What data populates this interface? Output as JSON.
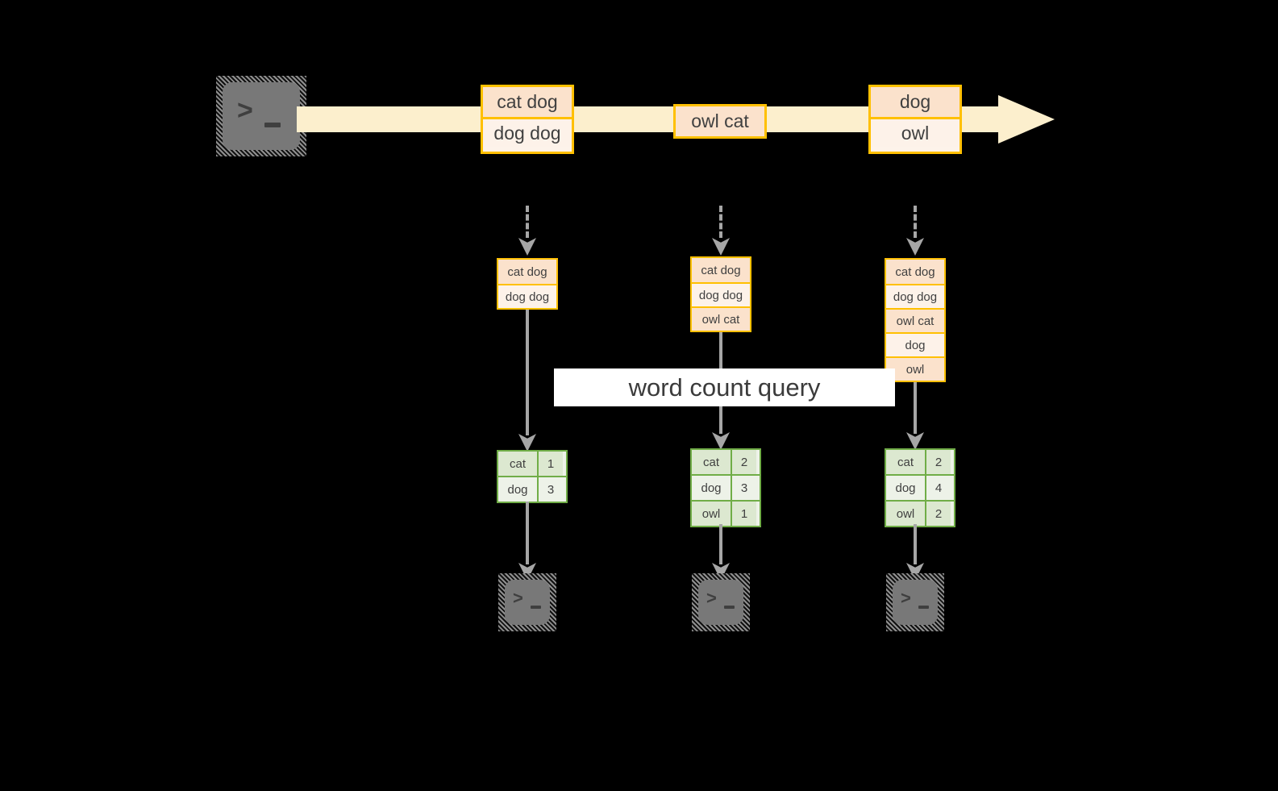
{
  "diagram": {
    "title_label": "word count query",
    "colors": {
      "stream_arrow": "#FCEFCD",
      "record_border": "#FFC000",
      "record_fill_dark": "#FBE2CC",
      "record_fill_light": "#FDF2E9",
      "table_border": "#70AD47",
      "table_fill_dark": "#DCE8D0",
      "table_fill_light": "#EDF2E8",
      "connector": "#A6A6A6",
      "terminal_body": "#787878",
      "background": "#000000"
    },
    "source": {
      "icon": "terminal-icon",
      "prompt_glyph": ">",
      "cursor_glyph": "_"
    },
    "stream_records": [
      {
        "rows": [
          {
            "text": "cat dog",
            "shade": "dark"
          },
          {
            "text": "dog dog",
            "shade": "light"
          }
        ]
      },
      {
        "rows": [
          {
            "text": "owl cat",
            "shade": "dark"
          }
        ]
      },
      {
        "rows": [
          {
            "text": "dog",
            "shade": "dark"
          },
          {
            "text": "owl",
            "shade": "light"
          }
        ]
      }
    ],
    "snapshots": [
      {
        "name": "snapshot-1",
        "input_rows": [
          {
            "text": "cat dog",
            "shade": "dark"
          },
          {
            "text": "dog dog",
            "shade": "light"
          }
        ],
        "result_rows": [
          {
            "word": "cat",
            "count": "1",
            "shade": "dark"
          },
          {
            "word": "dog",
            "count": "3",
            "shade": "light"
          }
        ],
        "sink_icon": "terminal-icon"
      },
      {
        "name": "snapshot-2",
        "input_rows": [
          {
            "text": "cat dog",
            "shade": "dark"
          },
          {
            "text": "dog dog",
            "shade": "light"
          },
          {
            "text": "owl cat",
            "shade": "dark"
          }
        ],
        "result_rows": [
          {
            "word": "cat",
            "count": "2",
            "shade": "dark"
          },
          {
            "word": "dog",
            "count": "3",
            "shade": "light"
          },
          {
            "word": "owl",
            "count": "1",
            "shade": "dark"
          }
        ],
        "sink_icon": "terminal-icon"
      },
      {
        "name": "snapshot-3",
        "input_rows": [
          {
            "text": "cat dog",
            "shade": "dark"
          },
          {
            "text": "dog dog",
            "shade": "light"
          },
          {
            "text": "owl cat",
            "shade": "dark"
          },
          {
            "text": "dog",
            "shade": "light"
          },
          {
            "text": "owl",
            "shade": "dark"
          }
        ],
        "result_rows": [
          {
            "word": "cat",
            "count": "2",
            "shade": "dark"
          },
          {
            "word": "dog",
            "count": "4",
            "shade": "light"
          },
          {
            "word": "owl",
            "count": "2",
            "shade": "dark"
          }
        ],
        "sink_icon": "terminal-icon"
      }
    ]
  }
}
